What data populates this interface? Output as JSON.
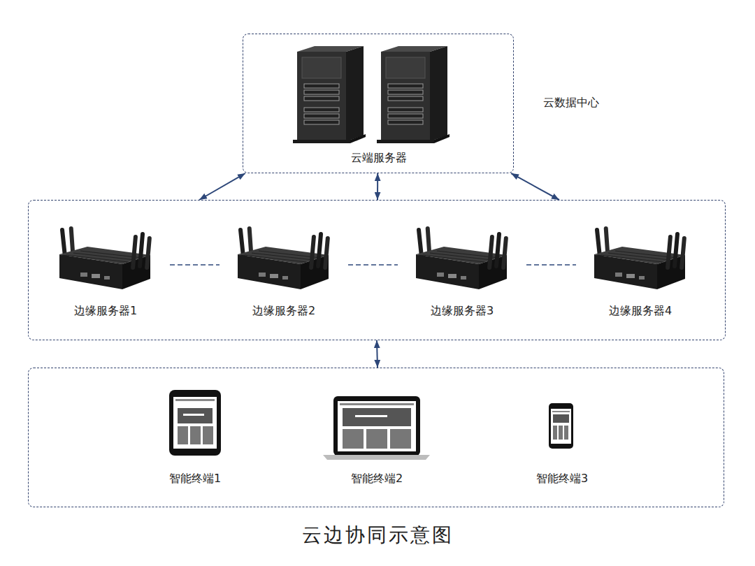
{
  "diagram": {
    "caption": "云边协同示意图",
    "nodes": [
      {
        "text": [
          "云数据中心",
          "云端服务器"
        ]
      },
      {
        "text": []
      },
      {
        "text": [
          "边缘服务器1"
        ],
        "in": 1
      },
      {
        "text": [
          "边缘服务器2"
        ],
        "in": 1
      },
      {
        "text": [
          "边缘服务器3"
        ],
        "in": 1
      },
      {
        "text": [
          "边缘服务器4"
        ],
        "in": 1
      },
      {
        "text": []
      },
      {
        "text": [
          "智能终端1"
        ],
        "in": 6
      },
      {
        "text": [
          "智能终端2"
        ],
        "in": 6
      },
      {
        "text": [
          "智能终端3"
        ],
        "in": 6
      }
    ],
    "edges": [
      {
        "from": 0,
        "to": 1,
        "arrow": "both"
      },
      {
        "from": 0,
        "to": 1,
        "arrow": "both"
      },
      {
        "from": 0,
        "to": 1,
        "arrow": "both"
      },
      {
        "from": 1,
        "to": 6,
        "arrow": "both"
      },
      {
        "from": 2,
        "to": 3,
        "arrow": "none"
      },
      {
        "from": 3,
        "to": 4,
        "arrow": "none"
      },
      {
        "from": 4,
        "to": 5,
        "arrow": "none"
      }
    ]
  }
}
